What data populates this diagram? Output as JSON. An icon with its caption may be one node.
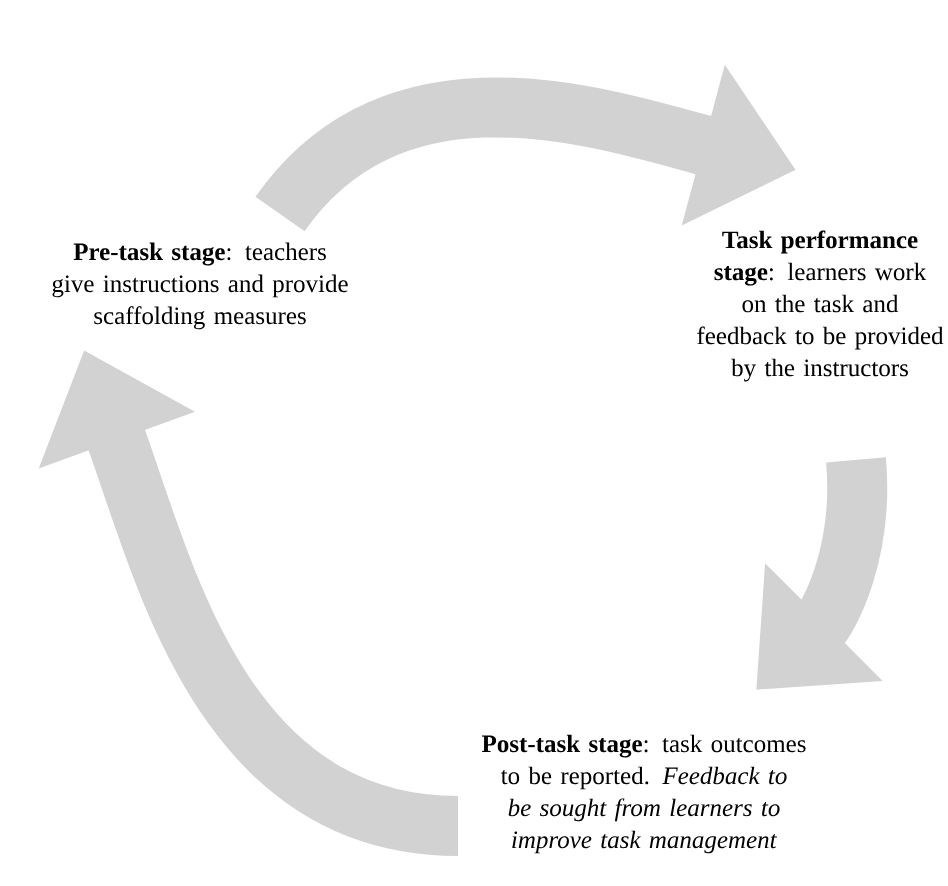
{
  "diagram": {
    "nodes": [
      {
        "text": [
          "**Pre-task stage**: teachers give instructions and provide scaffolding measures"
        ]
      },
      {
        "text": [
          "**Task performance stage**: learners work on the task and feedback to be provided by the instructors"
        ]
      },
      {
        "text": [
          "**Post-task stage**: task outcomes to be reported. *Feedback to be sought from learners to improve task management*"
        ]
      }
    ],
    "edges": [
      {
        "from": 0,
        "to": 1,
        "arrow": "to"
      },
      {
        "from": 1,
        "to": 2,
        "arrow": "to"
      },
      {
        "from": 2,
        "to": 0,
        "arrow": "to"
      }
    ]
  }
}
